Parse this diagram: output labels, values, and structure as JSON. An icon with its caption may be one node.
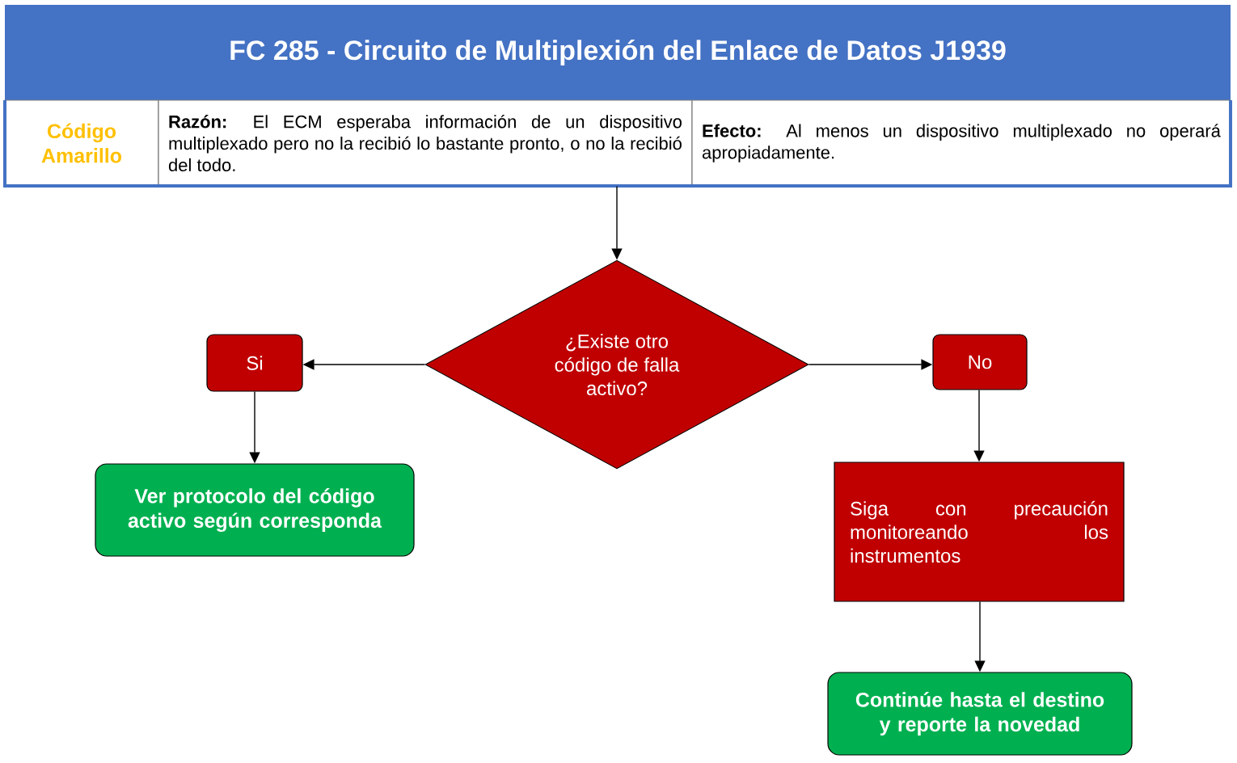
{
  "diagram": {
    "title": "FC 285 - Circuito de Multiplexión del Enlace de Datos J1939",
    "nodes": [
      {
        "text": [
          "Código Amarillo"
        ]
      },
      {
        "text": [
          "**Razón:** El ECM esperaba información de un dispositivo multiplexado pero no la recibió lo bastante pronto, o no la recibió del todo."
        ]
      },
      {
        "text": [
          "**Efecto:** Al menos un dispositivo multiplexado no operará apropiadamente."
        ]
      },
      {
        "text": [
          "¿Existe otro código de falla activo?"
        ]
      },
      {
        "text": [
          "Si"
        ]
      },
      {
        "text": [
          "No"
        ]
      },
      {
        "text": [
          "Ver protocolo del código activo según corresponda"
        ]
      },
      {
        "text": [
          "Siga con precaución monitoreando los instrumentos"
        ]
      },
      {
        "text": [
          "Continúe hasta el destino y reporte la novedad"
        ]
      }
    ],
    "edges": [
      {
        "from": 1,
        "to": 3,
        "arrow": "to"
      },
      {
        "from": 3,
        "to": 4,
        "arrow": "to"
      },
      {
        "from": 3,
        "to": 5,
        "arrow": "to"
      },
      {
        "from": 4,
        "to": 6,
        "arrow": "to"
      },
      {
        "from": 5,
        "to": 7,
        "arrow": "to"
      },
      {
        "from": 7,
        "to": 8,
        "arrow": "to"
      }
    ]
  }
}
